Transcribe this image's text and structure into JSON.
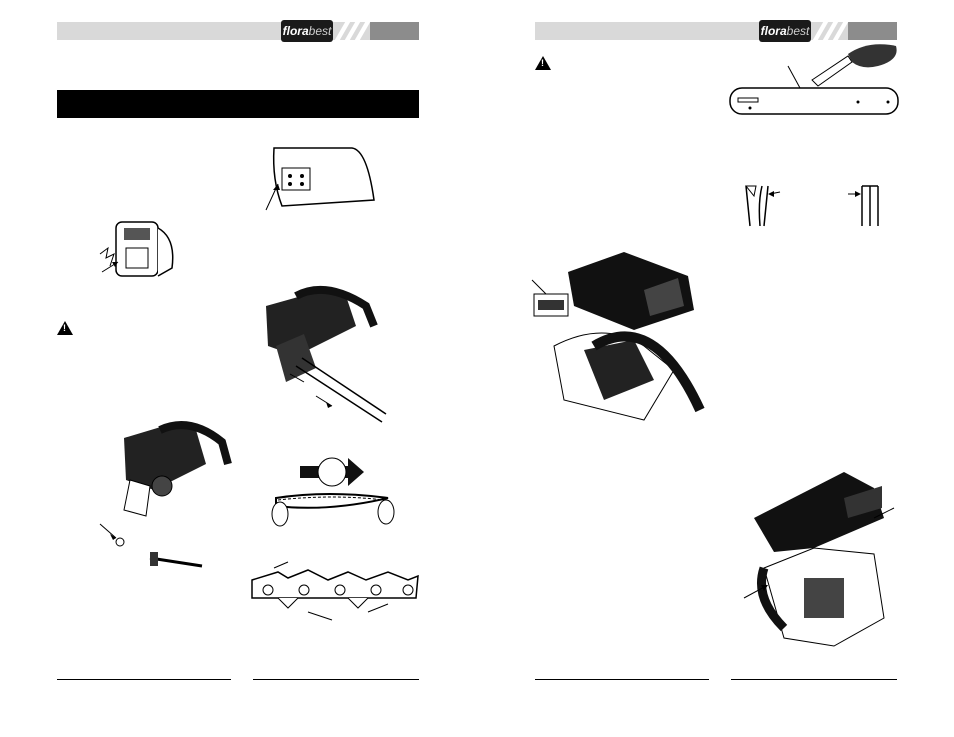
{
  "brand": {
    "left_logo": {
      "part1": "flora",
      "part2": "best"
    },
    "right_logo": {
      "part1": "flora",
      "part2": "best"
    }
  },
  "colors": {
    "header_light": "#d9d9d9",
    "header_dark": "#8c8c8c",
    "band": "#000000"
  },
  "icons": [
    "warning-icon",
    "warning-icon",
    "warning-icon"
  ]
}
